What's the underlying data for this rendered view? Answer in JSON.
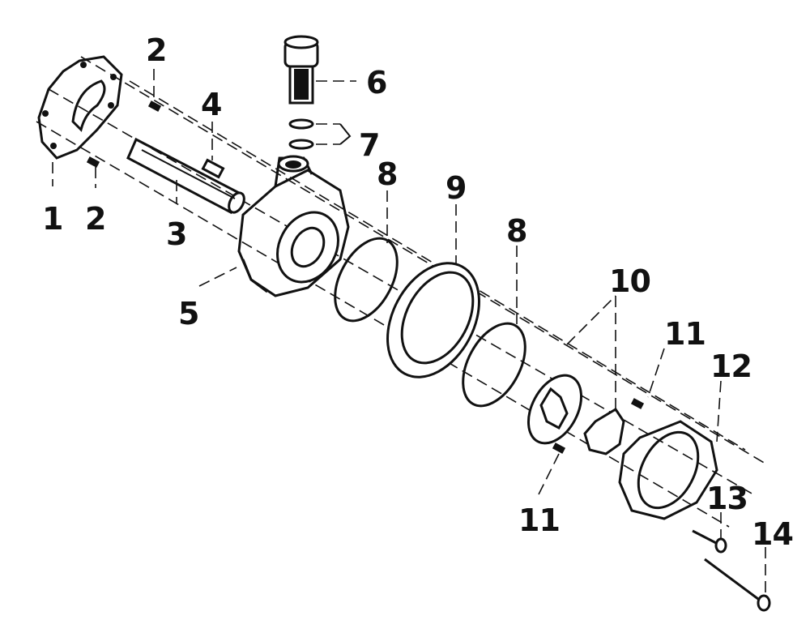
{
  "callouts": [
    {
      "id": "1",
      "label": "1"
    },
    {
      "id": "2a",
      "label": "2"
    },
    {
      "id": "2b",
      "label": "2"
    },
    {
      "id": "3",
      "label": "3"
    },
    {
      "id": "4",
      "label": "4"
    },
    {
      "id": "5",
      "label": "5"
    },
    {
      "id": "6",
      "label": "6"
    },
    {
      "id": "7",
      "label": "7"
    },
    {
      "id": "8a",
      "label": "8"
    },
    {
      "id": "8b",
      "label": "8"
    },
    {
      "id": "9",
      "label": "9"
    },
    {
      "id": "10",
      "label": "10"
    },
    {
      "id": "11a",
      "label": "11"
    },
    {
      "id": "11b",
      "label": "11"
    },
    {
      "id": "12",
      "label": "12"
    },
    {
      "id": "13",
      "label": "13"
    },
    {
      "id": "14",
      "label": "14"
    }
  ]
}
